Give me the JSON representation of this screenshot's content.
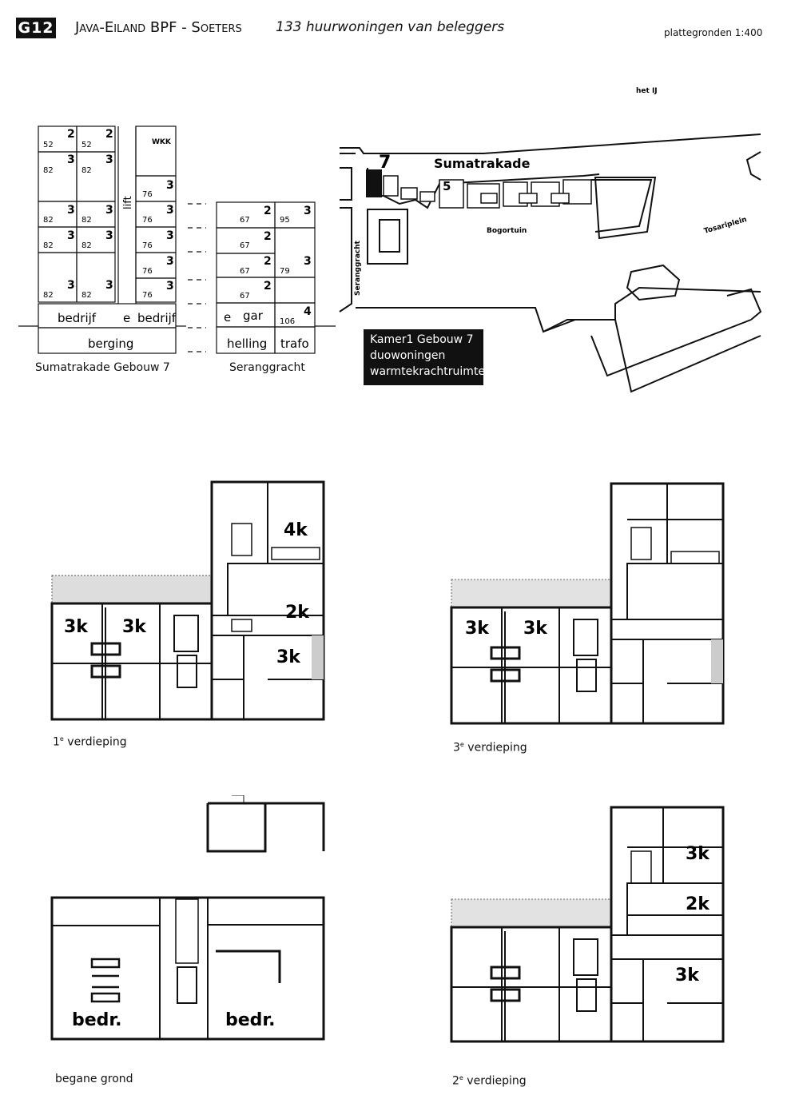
{
  "header": {
    "badge": "G12",
    "title": "Java-Eiland BPF - Soeters",
    "subtitle": "133 huurwoningen van beleggers",
    "scale": "plattegronden 1:400"
  },
  "section_diagram": {
    "gebouw7": {
      "cells": [
        {
          "area": "52",
          "rooms": "2"
        },
        {
          "area": "52",
          "rooms": "2"
        },
        {
          "area": "82",
          "rooms": "3"
        },
        {
          "area": "82",
          "rooms": "3"
        },
        {
          "area": "82",
          "rooms": "3"
        },
        {
          "area": "82",
          "rooms": "3"
        },
        {
          "area": "82",
          "rooms": "3"
        },
        {
          "area": "82",
          "rooms": "3"
        },
        {
          "area": "82",
          "rooms": "3"
        },
        {
          "area": "82",
          "rooms": "3"
        }
      ],
      "right_cells": [
        {
          "area": "76",
          "rooms": "3"
        },
        {
          "area": "76",
          "rooms": "3"
        },
        {
          "area": "76",
          "rooms": "3"
        },
        {
          "area": "76",
          "rooms": "3"
        },
        {
          "area": "76",
          "rooms": "3"
        }
      ],
      "wkk": "WKK",
      "lift": "lift",
      "bedrijf_left": "bedrijf",
      "e": "e",
      "bedrijf_right": "bedrijf",
      "berging": "berging",
      "caption": "Sumatrakade Gebouw 7"
    },
    "seranggracht": {
      "cells_left": [
        {
          "area": "67",
          "rooms": "2"
        },
        {
          "area": "67",
          "rooms": "2"
        },
        {
          "area": "67",
          "rooms": "2"
        },
        {
          "area": "67",
          "rooms": "2"
        }
      ],
      "cells_right": [
        {
          "area": "95",
          "rooms": "3"
        },
        {
          "area": "79",
          "rooms": "3"
        },
        {
          "area": "106",
          "rooms": "4"
        }
      ],
      "e": "e",
      "gar": "gar",
      "helling": "helling",
      "trafo": "trafo",
      "caption": "Seranggracht"
    }
  },
  "map": {
    "het_ij": "het IJ",
    "sumatrakade": "Sumatrakade",
    "num7": "7",
    "num5": "5",
    "bogortuin": "Bogortuin",
    "tosariplein": "Tosariplein",
    "seranggracht": "Seranggracht"
  },
  "legend": {
    "line1": "Kamer1 Gebouw 7",
    "line2": "duowoningen",
    "line3": "warmtekrachtruimte"
  },
  "plans": {
    "first": {
      "caption_num": "1",
      "caption_sup": "e",
      "caption_text": "verdieping",
      "labels": [
        "4k",
        "2k",
        "3k",
        "3k",
        "3k"
      ]
    },
    "third": {
      "caption_num": "3",
      "caption_sup": "e",
      "caption_text": "verdieping",
      "labels": [
        "3k",
        "3k"
      ]
    },
    "ground": {
      "caption": "begane grond",
      "labels": [
        "bedr.",
        "bedr."
      ]
    },
    "second": {
      "caption_num": "2",
      "caption_sup": "e",
      "caption_text": "verdieping",
      "labels": [
        "3k",
        "2k",
        "3k"
      ]
    }
  }
}
